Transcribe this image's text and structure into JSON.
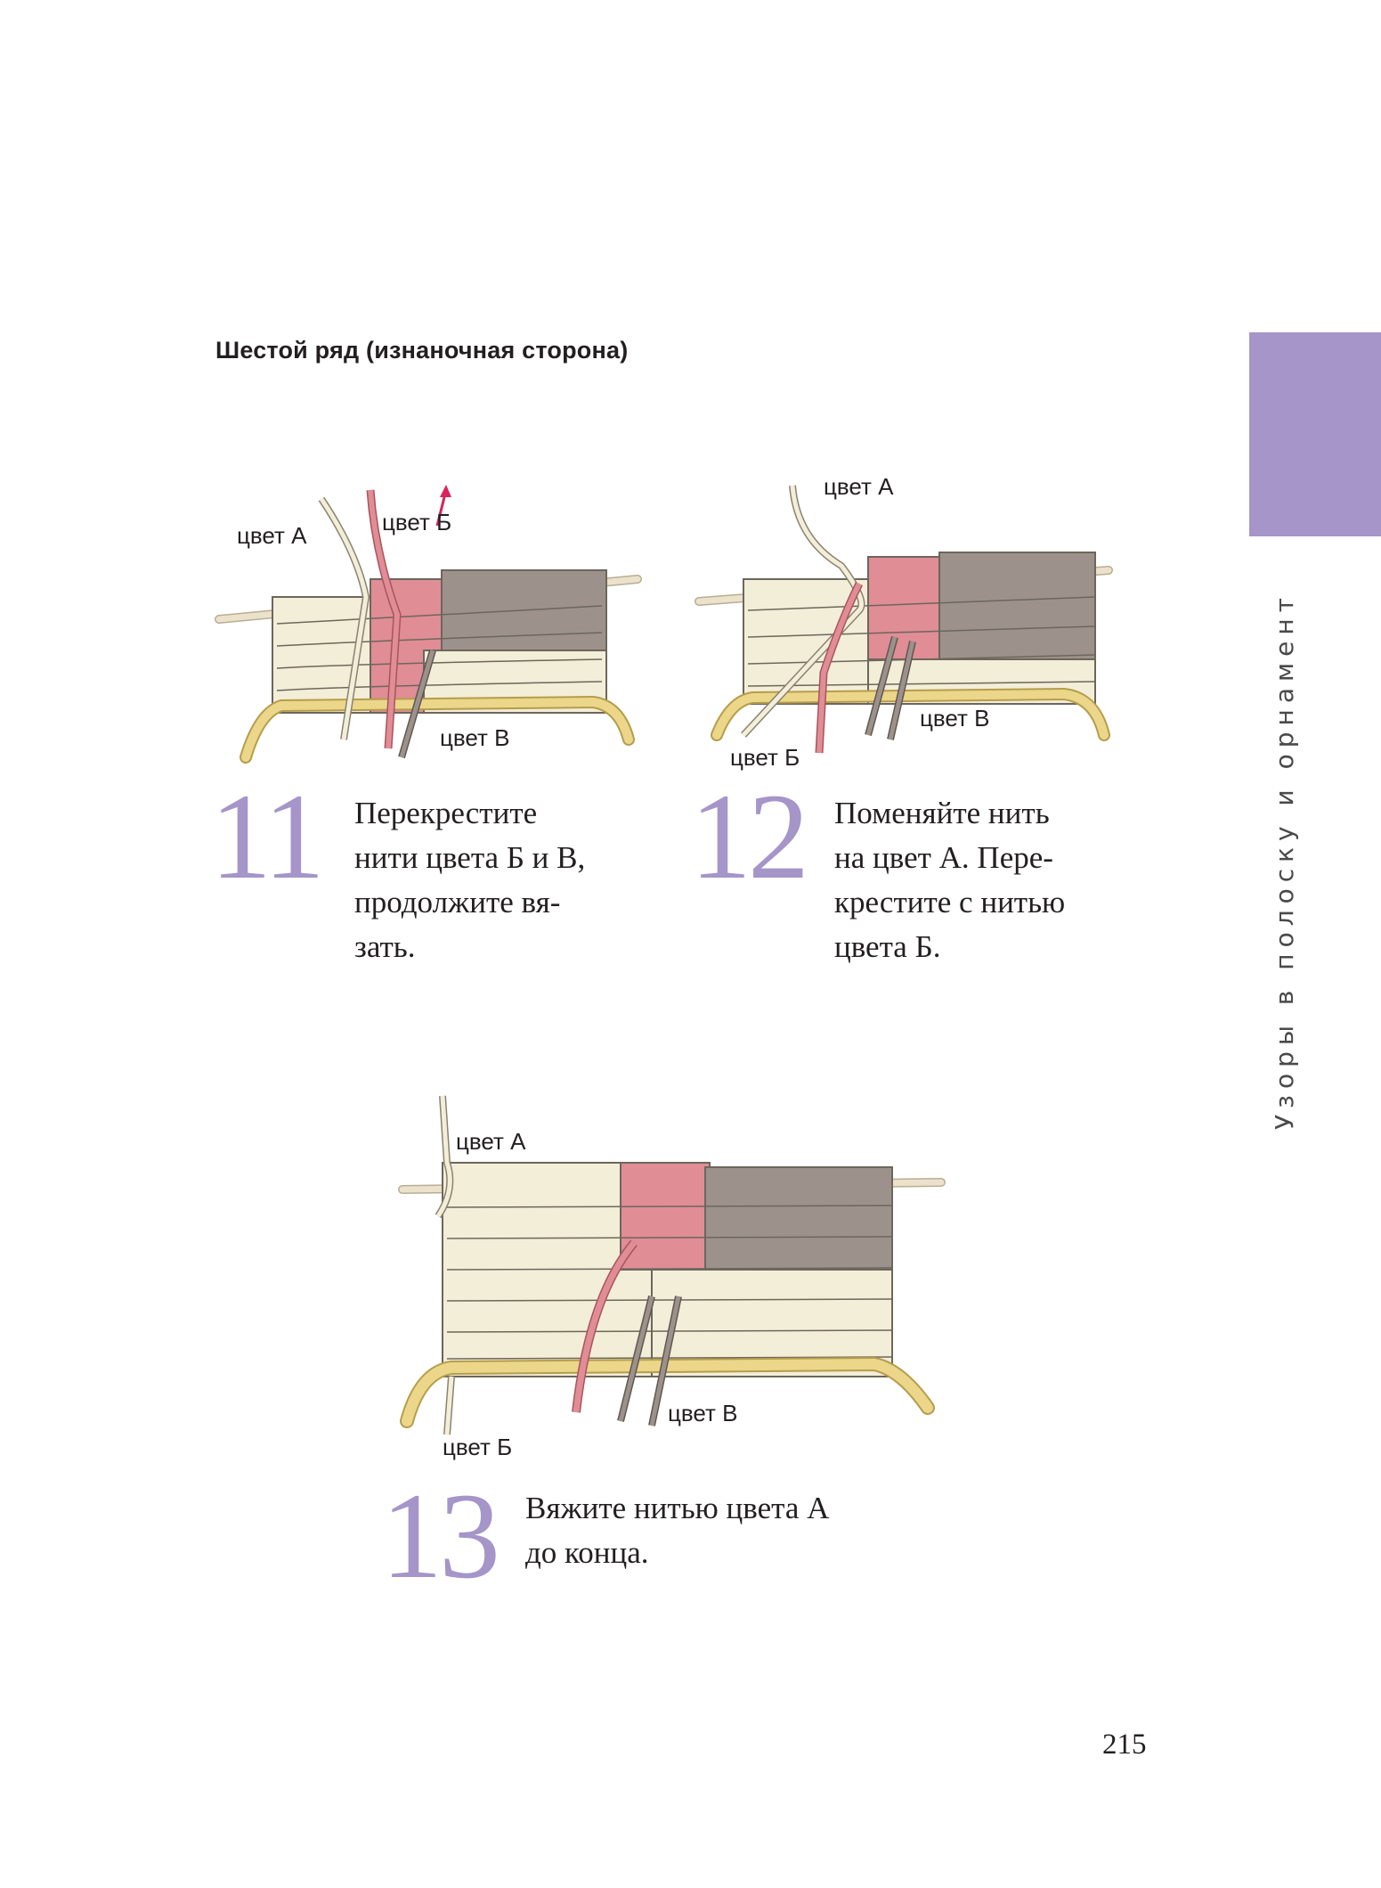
{
  "section_title": "Шестой ряд (изнаночная сторона)",
  "side_text": "Узоры в полоску и орнамент",
  "colors": {
    "accent": "#a595c9",
    "yarn_a": "#f3eed8",
    "yarn_b": "#e08d96",
    "yarn_c": "#9c928b",
    "edge": "#ecd689",
    "needle": "#ece2cc"
  },
  "steps": [
    {
      "number": "11",
      "lines": [
        "Перекрестите",
        "нити цвета Б и В,",
        "продолжите вя-",
        "зать."
      ],
      "labels": {
        "a": "цвет А",
        "b": "цвет Б",
        "c": "цвет В"
      }
    },
    {
      "number": "12",
      "lines": [
        "Поменяйте нить",
        "на цвет А. Пере-",
        "крестите с нитью",
        "цвета Б."
      ],
      "labels": {
        "a": "цвет А",
        "b": "цвет Б",
        "c": "цвет В"
      }
    },
    {
      "number": "13",
      "lines": [
        "Вяжите нитью цвета А",
        "до конца."
      ],
      "labels": {
        "a": "цвет А",
        "b": "цвет Б",
        "c": "цвет В"
      }
    }
  ],
  "page_number": "215"
}
